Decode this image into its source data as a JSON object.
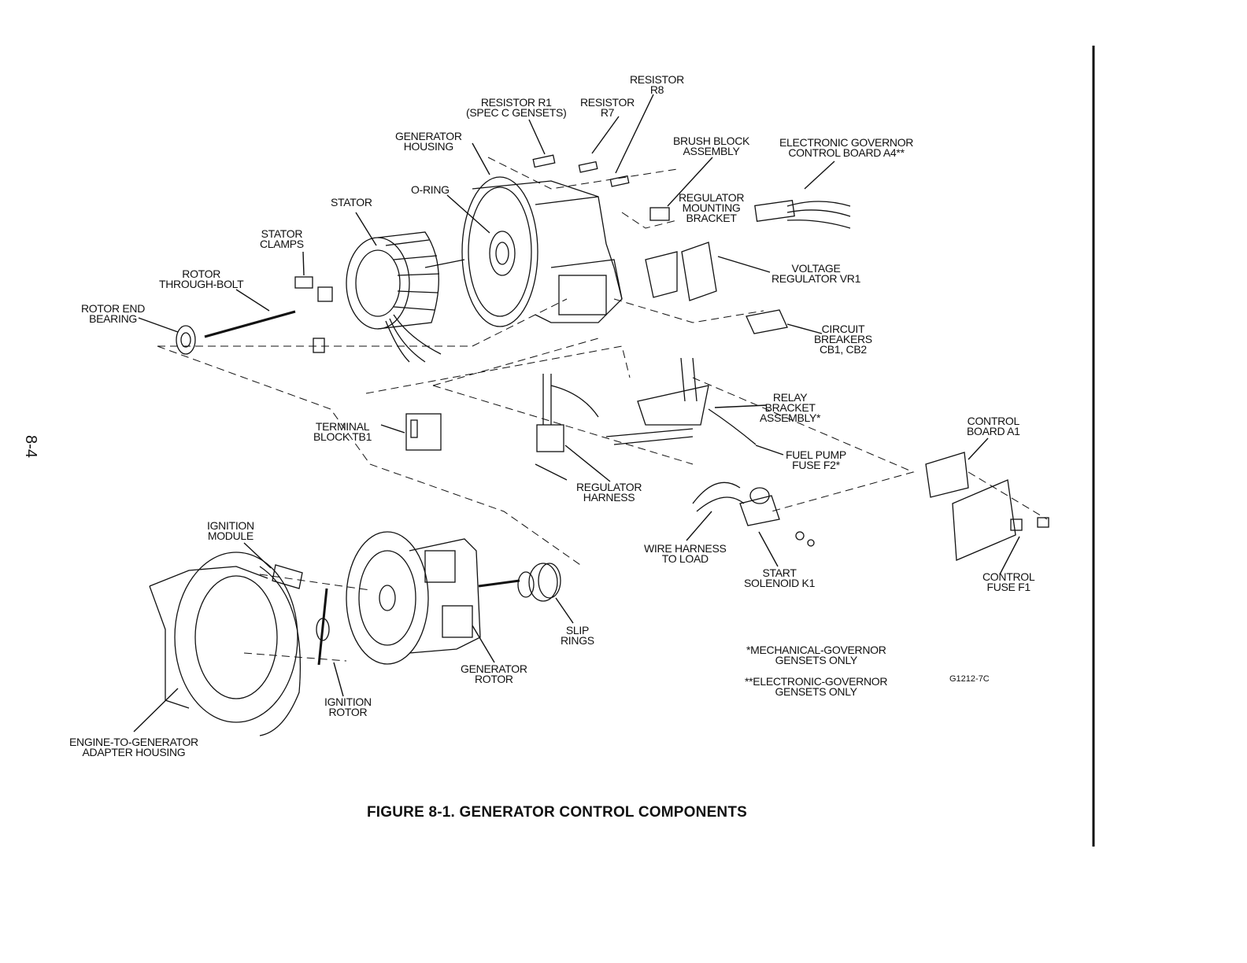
{
  "page_number": "8-4",
  "caption": "FIGURE 8-1. GENERATOR CONTROL COMPONENTS",
  "drawing_code": "G1212-7C",
  "labels": {
    "resistor_r8": [
      "RESISTOR",
      "R8"
    ],
    "resistor_r1": [
      "RESISTOR R1",
      "(SPEC C GENSETS)"
    ],
    "resistor_r7": [
      "RESISTOR",
      "R7"
    ],
    "generator_housing": [
      "GENERATOR",
      "HOUSING"
    ],
    "brush_block": [
      "BRUSH BLOCK",
      "ASSEMBLY"
    ],
    "electronic_governor": [
      "ELECTRONIC GOVERNOR",
      "CONTROL BOARD A4**"
    ],
    "o_ring": [
      "O-RING"
    ],
    "stator": [
      "STATOR"
    ],
    "regulator_bracket": [
      "REGULATOR",
      "MOUNTING",
      "BRACKET"
    ],
    "stator_clamps": [
      "STATOR",
      "CLAMPS"
    ],
    "rotor_through_bolt": [
      "ROTOR",
      "THROUGH-BOLT"
    ],
    "voltage_regulator": [
      "VOLTAGE",
      "REGULATOR VR1"
    ],
    "rotor_end_bearing": [
      "ROTOR END",
      "BEARING"
    ],
    "circuit_breakers": [
      "CIRCUIT",
      "BREAKERS",
      "CB1, CB2"
    ],
    "relay_bracket": [
      "RELAY",
      "BRACKET",
      "ASSEMBLY*"
    ],
    "control_board": [
      "CONTROL",
      "BOARD A1"
    ],
    "terminal_block": [
      "TERMINAL",
      "BLOCK TB1"
    ],
    "fuel_pump_fuse": [
      "FUEL PUMP",
      "FUSE F2*"
    ],
    "regulator_harness": [
      "REGULATOR",
      "HARNESS"
    ],
    "ignition_module": [
      "IGNITION",
      "MODULE"
    ],
    "wire_harness": [
      "WIRE HARNESS",
      "TO LOAD"
    ],
    "control_fuse": [
      "CONTROL",
      "FUSE F1"
    ],
    "start_solenoid": [
      "START",
      "SOLENOID K1"
    ],
    "slip_rings": [
      "SLIP",
      "RINGS"
    ],
    "generator_rotor": [
      "GENERATOR",
      "ROTOR"
    ],
    "ignition_rotor": [
      "IGNITION",
      "ROTOR"
    ],
    "adapter_housing": [
      "ENGINE-TO-GENERATOR",
      "ADAPTER HOUSING"
    ]
  },
  "notes": {
    "mechanical": [
      "*MECHANICAL-GOVERNOR",
      "GENSETS ONLY"
    ],
    "electronic": [
      "**ELECTRONIC-GOVERNOR",
      "GENSETS ONLY"
    ]
  }
}
